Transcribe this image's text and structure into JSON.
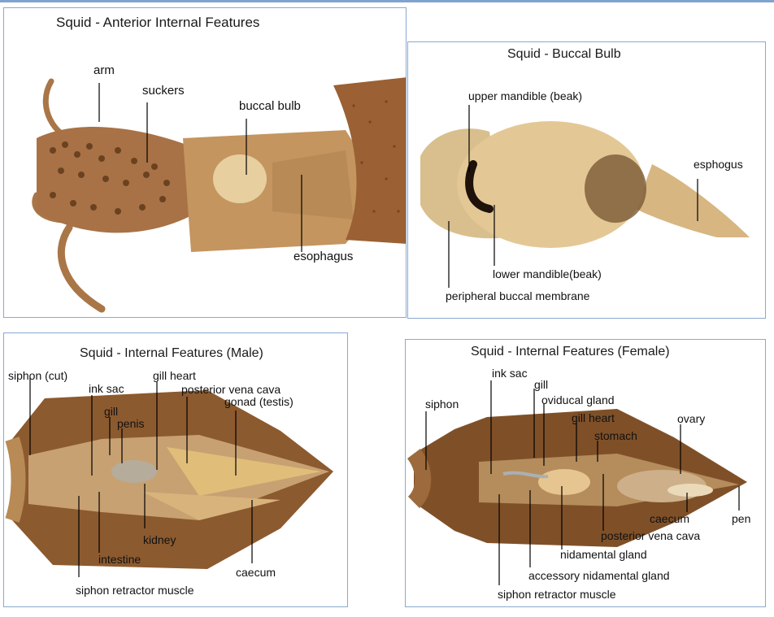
{
  "panels": {
    "anterior": {
      "title": "Squid - Anterior Internal Features",
      "labels": {
        "arm": "arm",
        "suckers": "suckers",
        "buccal_bulb": "buccal bulb",
        "esophagus": "esophagus"
      }
    },
    "buccal": {
      "title": "Squid - Buccal Bulb",
      "labels": {
        "upper_mandible": "upper mandible (beak)",
        "esphogus": "esphogus",
        "lower_mandible": "lower mandible(beak)",
        "peripheral_membrane": "peripheral buccal membrane"
      }
    },
    "male": {
      "title": "Squid - Internal Features (Male)",
      "labels": {
        "siphon_cut": "siphon (cut)",
        "ink_sac": "ink sac",
        "gill": "gill",
        "penis": "penis",
        "gill_heart": "gill heart",
        "posterior_vena_cava": "posterior vena cava",
        "gonad": "gonad (testis)",
        "kidney": "kidney",
        "intestine": "intestine",
        "caecum": "caecum",
        "siphon_retractor": "siphon retractor muscle"
      }
    },
    "female": {
      "title": "Squid - Internal Features (Female)",
      "labels": {
        "ink_sac": "ink sac",
        "gill": "gill",
        "oviducal_gland": "oviducal gland",
        "siphon": "siphon",
        "gill_heart": "gill heart",
        "stomach": "stomach",
        "ovary": "ovary",
        "caecum": "caecum",
        "pen": "pen",
        "posterior_vena_cava": "posterior vena cava",
        "nidamental_gland": "nidamental gland",
        "accessory_nidamental": "accessory nidamental gland",
        "siphon_retractor": "siphon retractor muscle"
      }
    }
  },
  "colors": {
    "panel_border": "#8aa9cf",
    "tissue": "#b88a56",
    "mantle": "#8a5a30",
    "bulb": "#e7cf9f"
  }
}
